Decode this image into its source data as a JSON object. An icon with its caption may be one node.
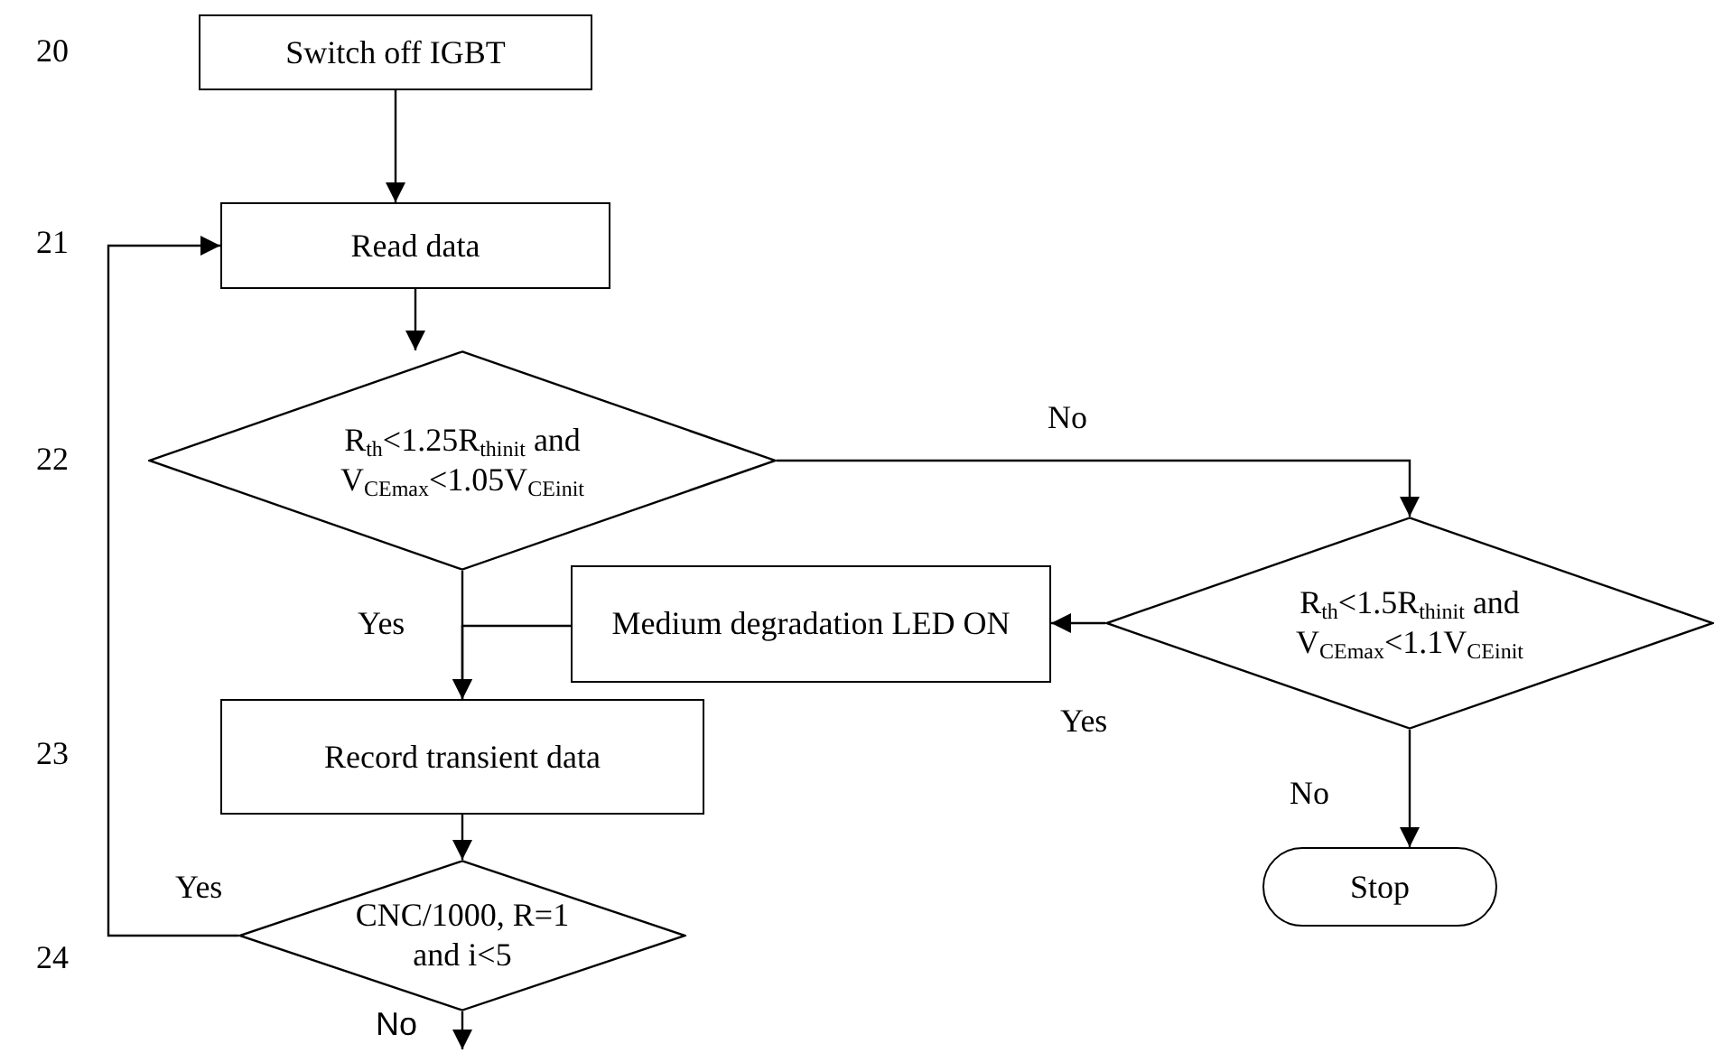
{
  "diagram": {
    "nodes": [
      {
        "text": [
          "Switch off IGBT"
        ]
      },
      {
        "text": [
          "Read data"
        ]
      },
      {
        "text": [
          "R$_{th}$<1.25R$_{thinit}$ and V$_{CEmax}$<1.05V$_{CEinit}$"
        ]
      },
      {
        "text": [
          "R$_{th}$<1.5R$_{thinit}$ and V$_{CEmax}$<1.1V$_{CEinit}$"
        ]
      },
      {
        "text": [
          "Medium degradation LED ON"
        ]
      },
      {
        "text": [
          "Record transient data"
        ]
      },
      {
        "text": [
          "CNC/1000, R=1 and i<5"
        ]
      },
      {
        "text": [
          "Stop"
        ]
      }
    ],
    "edges": [
      {
        "from": 0,
        "to": 1,
        "arrow": "to"
      },
      {
        "from": 1,
        "to": 2,
        "arrow": "to"
      },
      {
        "from": 2,
        "to": 3,
        "arrow": "to",
        "label": "No"
      },
      {
        "from": 2,
        "to": 5,
        "arrow": "to",
        "label": "Yes"
      },
      {
        "from": 3,
        "to": 4,
        "arrow": "to",
        "label": "Yes"
      },
      {
        "from": 4,
        "to": 5,
        "arrow": "to"
      },
      {
        "from": 3,
        "to": 7,
        "arrow": "to",
        "label": "No"
      },
      {
        "from": 5,
        "to": 6,
        "arrow": "to"
      },
      {
        "from": 6,
        "to": 1,
        "arrow": "to",
        "label": "Yes"
      },
      {
        "from": 6,
        "to": null,
        "arrow": "to",
        "label": "No"
      }
    ],
    "labels": [
      "20",
      "21",
      "22",
      "23",
      "24"
    ]
  }
}
